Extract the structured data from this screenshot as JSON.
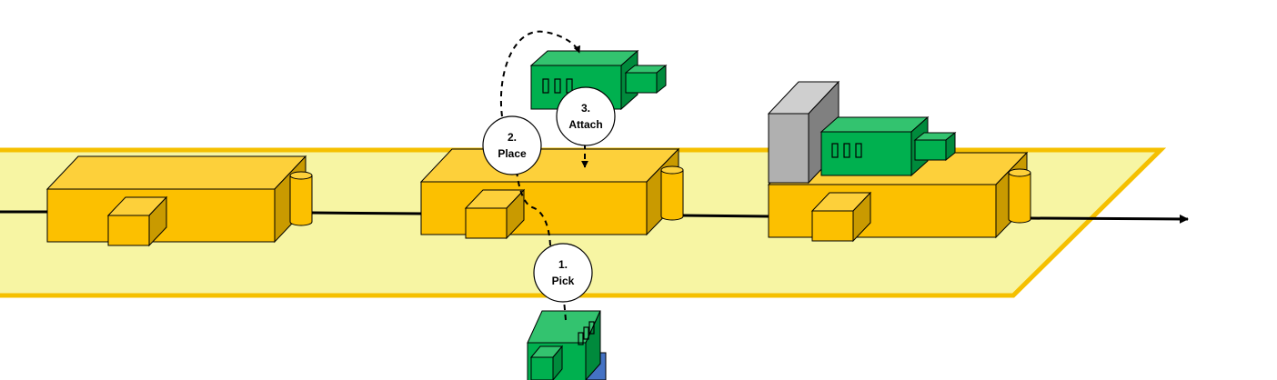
{
  "colors": {
    "platform_fill": "#f7f5a3",
    "platform_border": "#f5c000",
    "box_front": "#fcc000",
    "box_top": "#fdd03a",
    "box_side": "#c99a00",
    "module_front": "#00b04f",
    "module_top": "#33c36f",
    "module_side": "#008a3c",
    "gray_front": "#b0b0b0",
    "gray_side": "#808080",
    "gray_top": "#cfcfcf",
    "blue_part": "#4472c4",
    "line": "#000000"
  },
  "steps": [
    {
      "number": "1.",
      "label": "Pick"
    },
    {
      "number": "2.",
      "label": "Place"
    },
    {
      "number": "3.",
      "label": "Attach"
    }
  ]
}
